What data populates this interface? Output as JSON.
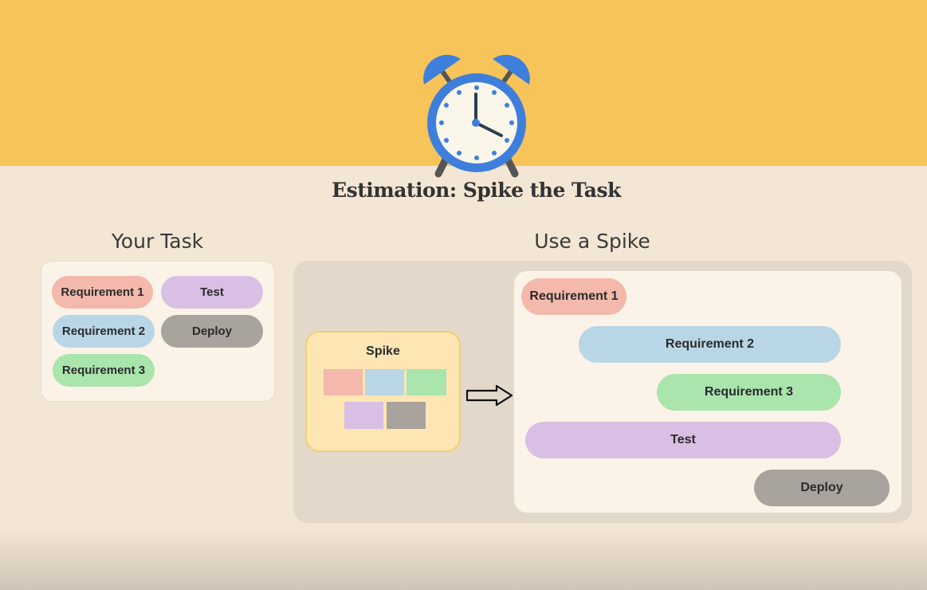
{
  "title": "Estimation: Spike the Task",
  "your_task": {
    "heading": "Your Task",
    "items": {
      "req1": "Requirement 1",
      "req2": "Requirement 2",
      "req3": "Requirement 3",
      "test": "Test",
      "deploy": "Deploy"
    }
  },
  "use_spike": {
    "heading": "Use a Spike",
    "spike_label": "Spike",
    "plan": {
      "req1": "Requirement 1",
      "req2": "Requirement 2",
      "req3": "Requirement 3",
      "test": "Test",
      "deploy": "Deploy"
    }
  },
  "colors": {
    "requirement_1": "#f4b9ac",
    "requirement_2": "#b9d6e6",
    "requirement_3": "#a9e5ad",
    "test": "#d9bfe3",
    "deploy": "#a8a39c",
    "header_band": "#f7c45a",
    "clock": "#3f7fdc"
  },
  "icons": [
    "alarm-clock-icon",
    "right-arrow-icon"
  ]
}
